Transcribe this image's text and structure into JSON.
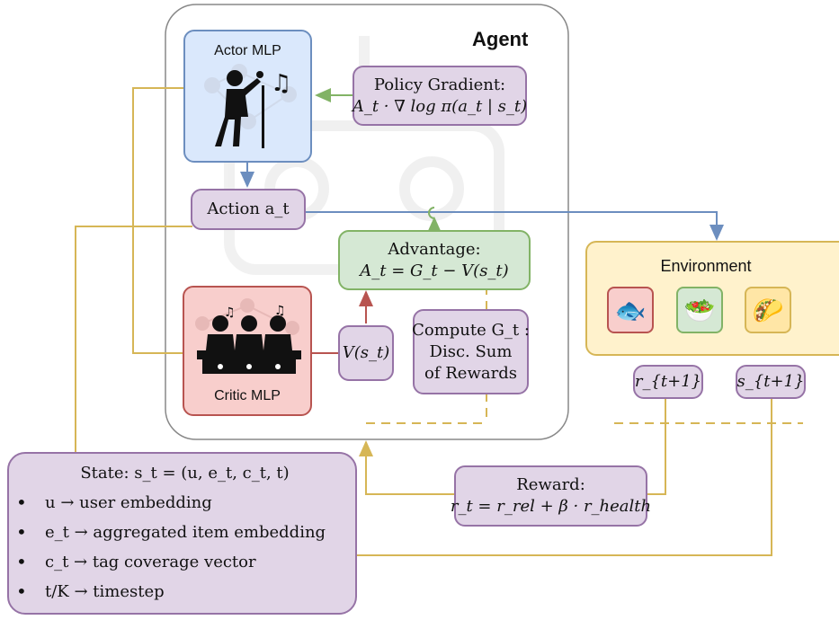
{
  "agent": {
    "title": "Agent"
  },
  "actor": {
    "label": "Actor MLP"
  },
  "critic": {
    "label": "Critic MLP"
  },
  "policy_gradient": {
    "line1": "Policy Gradient:",
    "line2": "A_t · ∇ log π(a_t | s_t)"
  },
  "action": {
    "label": "Action a_t"
  },
  "advantage": {
    "line1": "Advantage:",
    "line2": "A_t = G_t − V(s_t)"
  },
  "value": {
    "label": "V(s_t)"
  },
  "compute": {
    "line1": "Compute G_t :",
    "line2": "Disc. Sum",
    "line3": "of Rewards"
  },
  "environment": {
    "label": "Environment"
  },
  "reward_next": {
    "label": "r_{t+1}"
  },
  "state_next": {
    "label": "s_{t+1}"
  },
  "reward": {
    "line1": "Reward:",
    "line2": "r_t = r_rel + β · r_health"
  },
  "state": {
    "title": "State: s_t = (u, e_t, c_t, t)",
    "items": [
      "u → user embedding",
      "e_t → aggregated item embedding",
      "c_t → tag coverage vector",
      "t/K → timestep"
    ]
  },
  "colors": {
    "gold": "#d6b656",
    "blue": "#6c8ebf",
    "green": "#82b366",
    "red": "#b85450",
    "purple": "#9673a6"
  }
}
